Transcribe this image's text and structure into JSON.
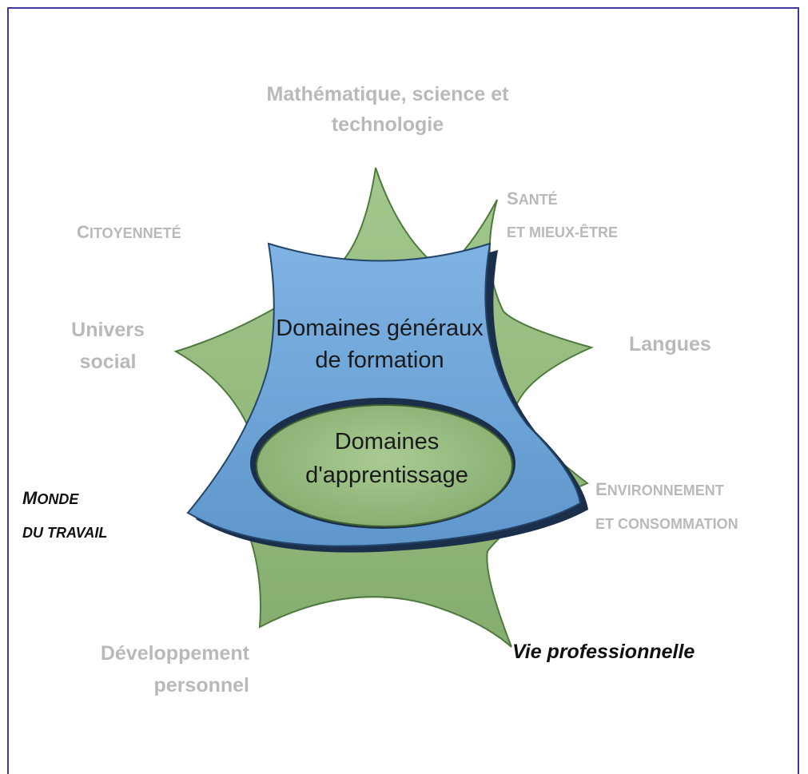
{
  "diagram": {
    "center": {
      "outer_line1": "Domaines généraux",
      "outer_line2": "de formation",
      "inner_line1": "Domaines",
      "inner_line2": "d'apprentissage"
    },
    "labels": {
      "math": {
        "line1": "Mathématique, science et",
        "line2": "technologie"
      },
      "sante": {
        "line1_cap": "S",
        "line1_rest": "anté",
        "line2": "et mieux-être"
      },
      "citoyennete": {
        "cap": "C",
        "rest": "itoyenneté"
      },
      "univers": {
        "line1": "Univers",
        "line2": "social"
      },
      "langues": {
        "line1": "Langues"
      },
      "monde": {
        "line1_cap": "M",
        "line1_rest": "onde",
        "line2": "du travail"
      },
      "environnement": {
        "line1_cap": "E",
        "line1_rest": "nvironnement",
        "line2": "et consommation"
      },
      "developpement": {
        "line1": "Développement",
        "line2": "personnel"
      },
      "vie": {
        "line1": "Vie professionnelle"
      }
    },
    "colors": {
      "star_fill": "#8fb87a",
      "star_stroke": "#4f7a3e",
      "blue_fill": "#6ea6d9",
      "blue_stroke": "#1b2f4a",
      "inner_fill": "#9cc287",
      "label_gray": "#b9b9b9",
      "label_dark": "#111111",
      "frame": "#3b3b9c"
    }
  }
}
